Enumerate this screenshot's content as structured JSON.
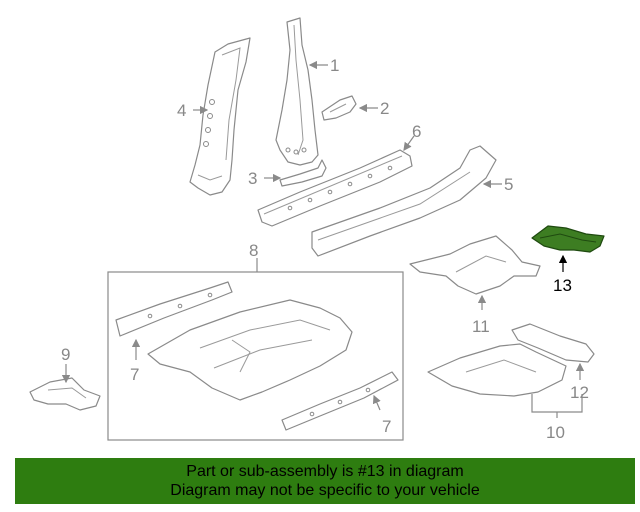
{
  "callouts": {
    "c1": "1",
    "c2": "2",
    "c3": "3",
    "c4": "4",
    "c5": "5",
    "c6": "6",
    "c7a": "7",
    "c7b": "7",
    "c8": "8",
    "c9": "9",
    "c10": "10",
    "c11": "11",
    "c12": "12",
    "c13": "13"
  },
  "highlight": {
    "part_number": "13",
    "color": "#3d7d22"
  },
  "banner": {
    "line1": "Part or sub-assembly is #13 in diagram",
    "line2": "Diagram may not be specific to your vehicle",
    "color": "#2e7d10"
  }
}
